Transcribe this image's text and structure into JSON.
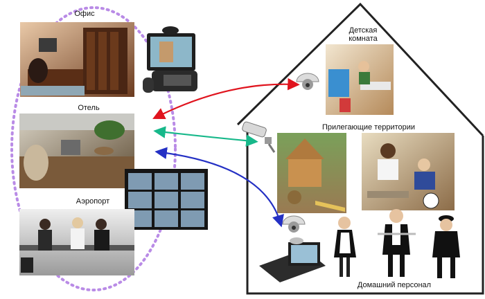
{
  "labels": {
    "office": "Офис",
    "hotel": "Отель",
    "airport": "Аэропорт",
    "kids_room_line1": "Детская",
    "kids_room_line2": "комната",
    "territories": "Прилегающие территории",
    "staff": "Домашний персонал"
  },
  "colors": {
    "ellipse": "#b98be6",
    "house": "#222222",
    "arrow_red": "#e0141e",
    "arrow_green": "#17b88a",
    "arrow_blue": "#2430c4"
  },
  "icons": [
    "videophone-icon",
    "dome-camera-icon",
    "bullet-camera-icon",
    "cctv-monitor-icon",
    "conference-phone-icon",
    "maid-icon",
    "butler-icon",
    "chauffeur-icon"
  ]
}
